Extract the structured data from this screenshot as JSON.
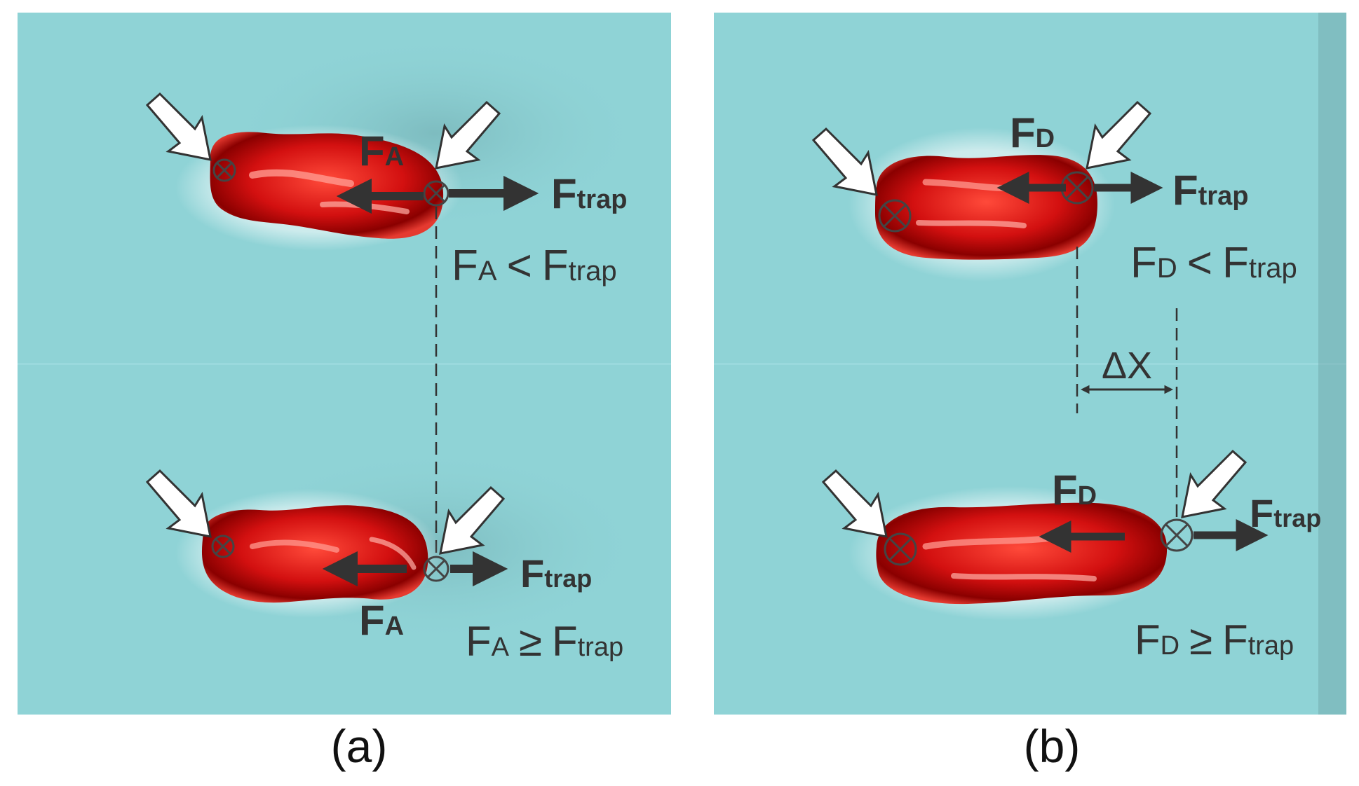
{
  "panels": {
    "a": {
      "caption": "(a)",
      "top": {
        "force_label": {
          "main": "F",
          "sub": "A"
        },
        "trap_label": {
          "main": "F",
          "sub": "trap"
        },
        "relation": {
          "lhs_main": "F",
          "lhs_sub": "A",
          "op": "<",
          "rhs_main": "F",
          "rhs_sub": "trap"
        }
      },
      "bottom": {
        "force_label": {
          "main": "F",
          "sub": "A"
        },
        "trap_label": {
          "main": "F",
          "sub": "trap"
        },
        "relation": {
          "lhs_main": "F",
          "lhs_sub": "A",
          "op": "≥",
          "rhs_main": "F",
          "rhs_sub": "trap"
        }
      }
    },
    "b": {
      "caption": "(b)",
      "top": {
        "force_label": {
          "main": "F",
          "sub": "D"
        },
        "trap_label": {
          "main": "F",
          "sub": "trap"
        },
        "relation": {
          "lhs_main": "F",
          "lhs_sub": "D",
          "op": "<",
          "rhs_main": "F",
          "rhs_sub": "trap"
        }
      },
      "displacement_label": "ΔX",
      "bottom": {
        "force_label": {
          "main": "F",
          "sub": "D"
        },
        "trap_label": {
          "main": "F",
          "sub": "trap"
        },
        "relation": {
          "lhs_main": "F",
          "lhs_sub": "D",
          "op": "≥",
          "rhs_main": "F",
          "rhs_sub": "trap"
        }
      }
    }
  },
  "colors": {
    "background": "#8fd3d6",
    "cell": "#cc1111",
    "cell_dark": "#6a0000",
    "arrow": "#333333",
    "text": "#333333"
  }
}
